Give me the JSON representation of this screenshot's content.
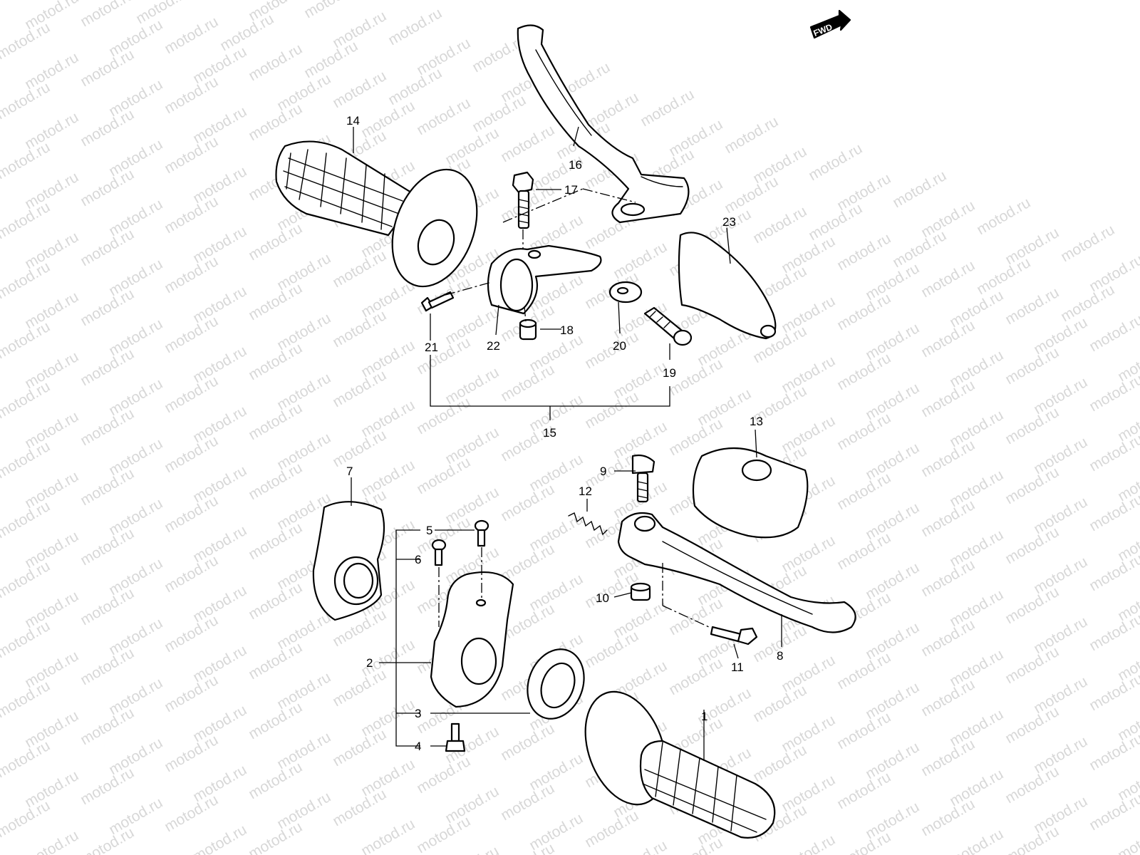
{
  "watermark": "motod.ru",
  "fwd_label": "FWD",
  "colors": {
    "line": "#000000",
    "background": "#ffffff",
    "watermark": "#d8d8d8"
  },
  "callouts": {
    "c1": "1",
    "c2": "2",
    "c3": "3",
    "c4": "4",
    "c5": "5",
    "c6": "6",
    "c7": "7",
    "c8": "8",
    "c9": "9",
    "c10": "10",
    "c11": "11",
    "c12": "12",
    "c13": "13",
    "c14": "14",
    "c15": "15",
    "c16": "16",
    "c17": "17",
    "c18": "18",
    "c19": "19",
    "c20": "20",
    "c21": "21",
    "c22": "22",
    "c23": "23"
  }
}
